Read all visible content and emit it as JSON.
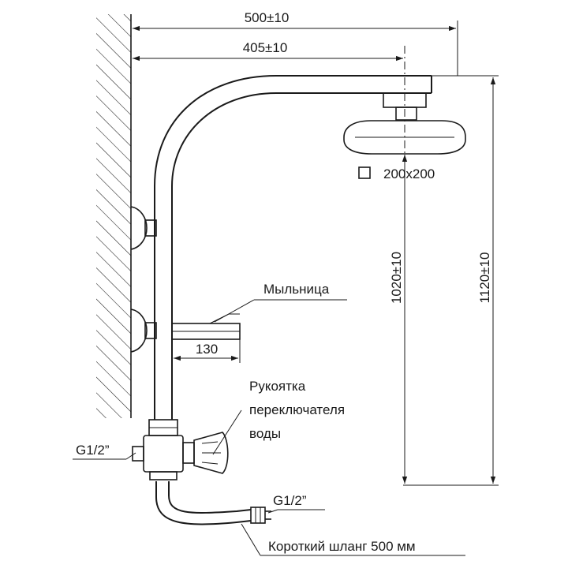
{
  "dimensions": {
    "total_width": "500±10",
    "head_offset": "405±10",
    "head_size": "200x200",
    "head_height": "1020±10",
    "total_height": "1120±10",
    "soap_dish_width": "130"
  },
  "labels": {
    "soap_dish": "Мыльница",
    "switch_handle_line1": "Рукоятка",
    "switch_handle_line2": "переключателя",
    "switch_handle_line3": "воды",
    "inlet_thread": "G1/2”",
    "hose_thread": "G1/2”",
    "short_hose": "Короткий шланг 500 мм"
  }
}
